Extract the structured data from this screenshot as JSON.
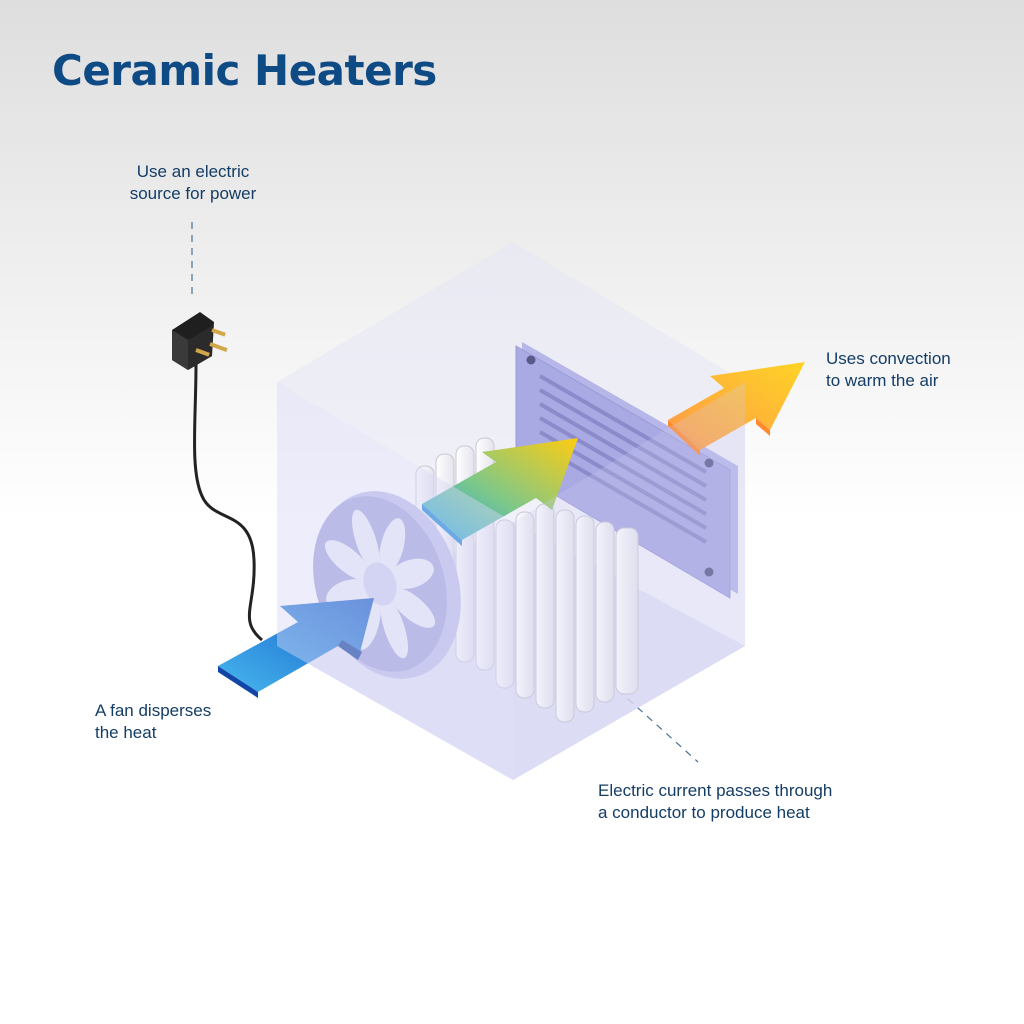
{
  "title": "Ceramic Heaters",
  "labels": {
    "power": [
      "Use an electric",
      "source for power"
    ],
    "convection": [
      "Uses convection",
      "to warm the air"
    ],
    "fan": [
      "A fan disperses",
      "the heat"
    ],
    "conductor": [
      "Electric current passes through",
      "a conductor to produce heat"
    ]
  },
  "colors": {
    "title": "#0e4a84",
    "label_text": "#143d66",
    "box": "#c9c9f0",
    "fan": "#a9a9dc",
    "grille": "#a7a7e2",
    "cool_arrow": "#1d6fd6",
    "warm_arrow": "#ffc51a"
  },
  "icons": [
    "plug-icon",
    "fan-icon",
    "ceramic-element-icon",
    "vent-grille-icon"
  ]
}
